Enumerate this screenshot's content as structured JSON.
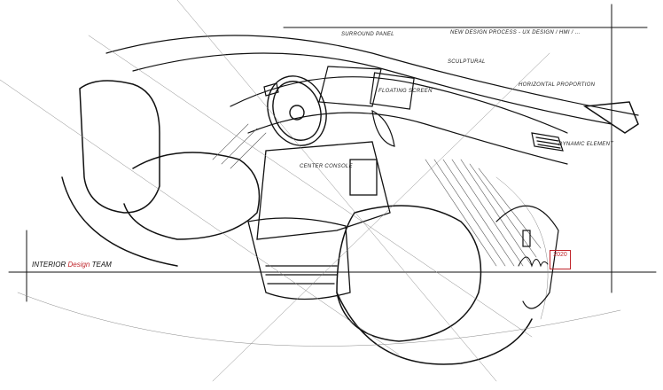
{
  "title_block": {
    "team_prefix": "INTERIOR",
    "team_design": "Design",
    "team_suffix": "TEAM",
    "process_note": "NEW DESIGN PROCESS - UX DESIGN / HMI / ..."
  },
  "annotations": [
    "SURROUND PANEL",
    "SCULPTURAL",
    "HORIZONTAL PROPORTION",
    "DYNAMIC ELEMENT",
    "FLOATING SCREEN",
    "CENTER CONSOLE"
  ],
  "signature_stamp": "2020",
  "colors": {
    "ink": "#111111",
    "accent_red": "#c0242a",
    "paper": "#ffffff"
  }
}
